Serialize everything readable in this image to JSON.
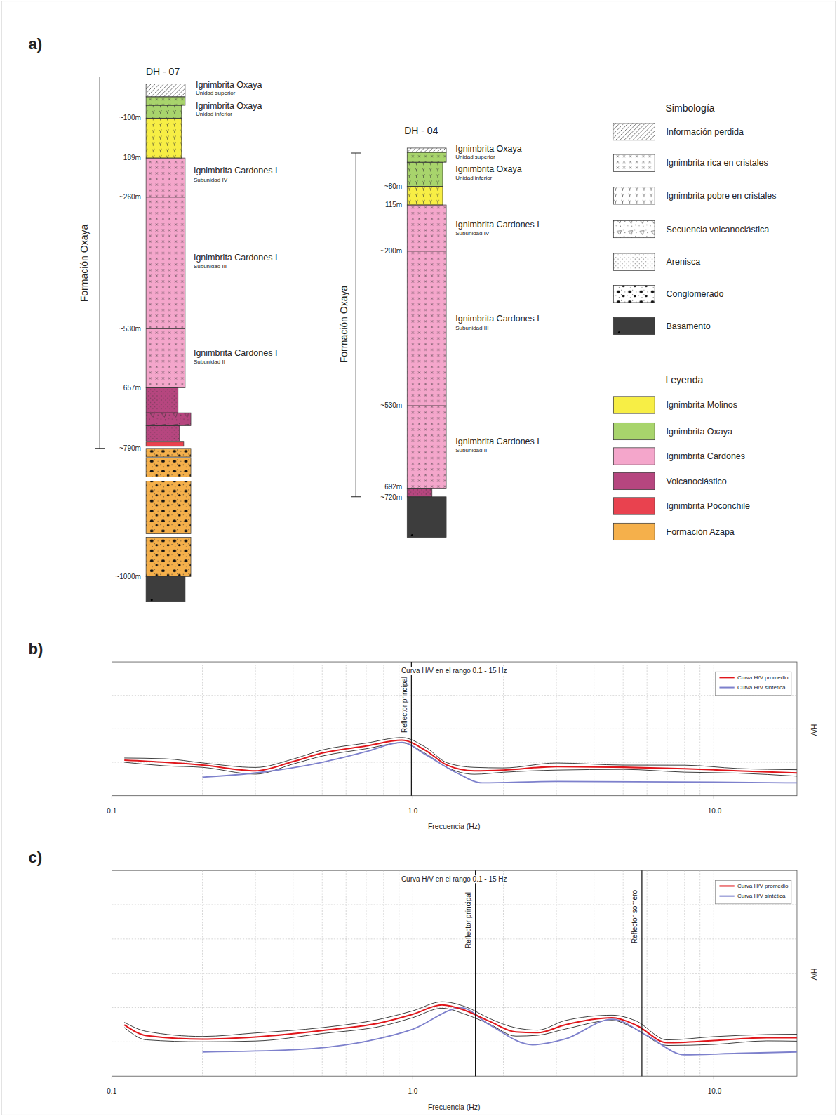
{
  "diagram": {
    "labels": [
      "a)",
      "DH - 07",
      "Formación Oxaya",
      "~100m",
      "189m",
      "~260m",
      "~530m",
      "657m",
      "~790m",
      "~1000m",
      "Ignimbrita Oxaya",
      "Unidad superior",
      "Ignimbrita Oxaya",
      "Unidad inferior",
      "Ignimbrita Cardones I",
      "Subunidad IV",
      "Ignimbrita Cardones I",
      "Subunidad III",
      "Ignimbrita Cardones I",
      "Subunidad II",
      "DH - 04",
      "Formación Oxaya",
      "~80m",
      "115m",
      "~200m",
      "~530m",
      "692m",
      "~720m",
      "Ignimbrita Oxaya",
      "Unidad superior",
      "Ignimbrita Oxaya",
      "Unidad inferior",
      "Ignimbrita Cardones I",
      "Subunidad IV",
      "Ignimbrita Cardones I",
      "Subunidad III",
      "Ignimbrita Cardones I",
      "Subunidad II",
      "Simbología",
      "Leyenda",
      "b)",
      "Curva H/V en el rango 0.1 - 15 Hz",
      "Reflector principal",
      "0.1",
      "1.0",
      "10.0",
      "Frecuencia (Hz)",
      "H/V",
      "c)",
      "Curva H/V en el rango 0.1 - 15 Hz",
      "Reflector principal",
      "Reflector somero",
      "0.1",
      "1.0",
      "10.0",
      "Frecuencia (Hz)",
      "H/V"
    ],
    "legend": [
      {
        "text": "Información perdida"
      },
      {
        "text": "Ignimbrita rica en cristales"
      },
      {
        "text": "Ignimbrita pobre en cristales"
      },
      {
        "text": "Secuencia volcanoclástica"
      },
      {
        "text": "Arenisca"
      },
      {
        "text": "Conglomerado"
      },
      {
        "text": "Basamento",
        "color": "#3d3d3d"
      },
      {
        "text": "Ignimbrita Molinos",
        "color": "#f7ee45"
      },
      {
        "text": "Ignimbrita Oxaya",
        "color": "#a8d46c"
      },
      {
        "text": "Ignimbrita Cardones",
        "color": "#f4a6cb"
      },
      {
        "text": "Volcanoclástico",
        "color": "#b6467f"
      },
      {
        "text": "Ignimbrita Poconchile",
        "color": "#e9424f"
      },
      {
        "text": "Formación Azapa",
        "color": "#f5b04b"
      },
      {
        "text": "Curva H/V promedio"
      },
      {
        "text": "Curva H/V sintética"
      },
      {
        "text": "Curva H/V promedio"
      },
      {
        "text": "Curva H/V sintética"
      }
    ]
  }
}
